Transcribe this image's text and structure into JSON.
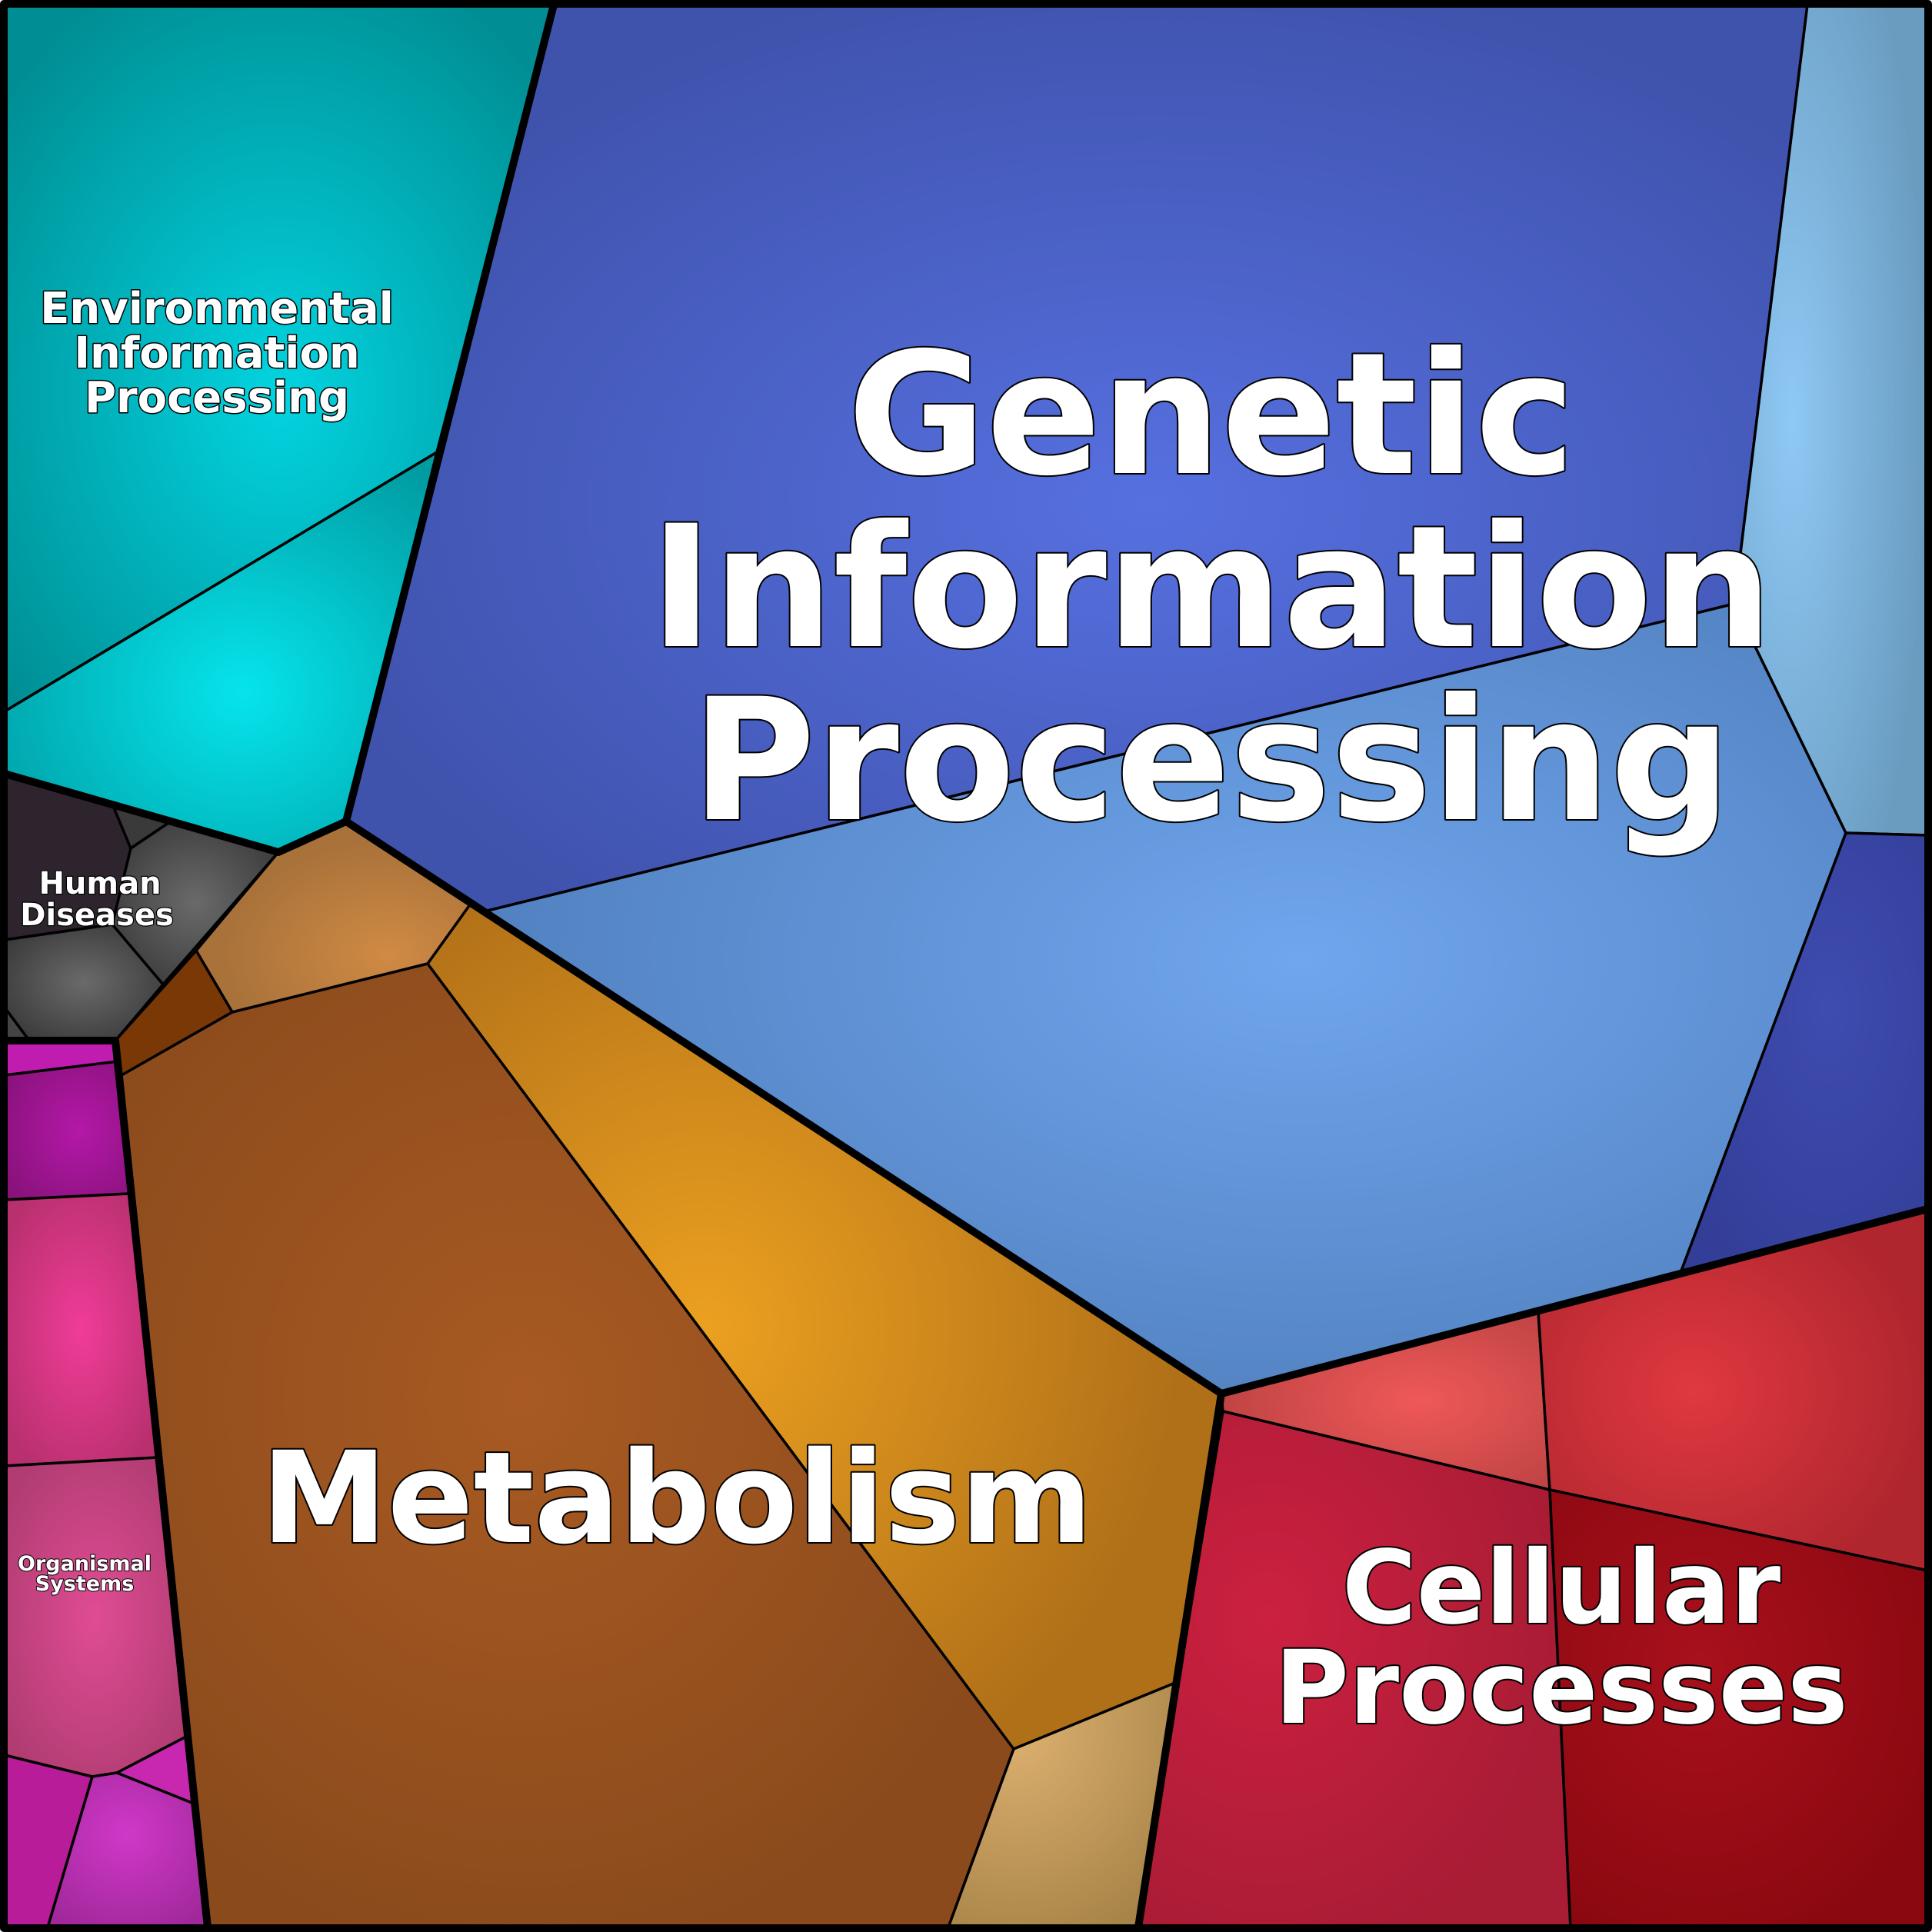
{
  "labels": {
    "genetic": [
      "Genetic",
      "Information",
      "Processing"
    ],
    "metabolism": [
      "Metabolism"
    ],
    "cellular": [
      "Cellular",
      "Processes"
    ],
    "environmental": [
      "Environmental",
      "Information",
      "Processing"
    ],
    "human": [
      "Human",
      "Diseases"
    ],
    "organismal": [
      "Organismal",
      "Systems"
    ]
  },
  "colors": {
    "genetic": "#4a5fd0",
    "genetic_light": "#6aa0e6",
    "genetic_dark": "#3a45a8",
    "metabolism": "#9c5222",
    "metabolism_orange": "#e09820",
    "metabolism_tan": "#c89a5a",
    "cellular": "#c42038",
    "cellular_light": "#e04a4a",
    "cellular_dark": "#9a0c14",
    "environmental": "#00c4d0",
    "human": "#3c3c3c",
    "organismal": "#d83a90"
  }
}
